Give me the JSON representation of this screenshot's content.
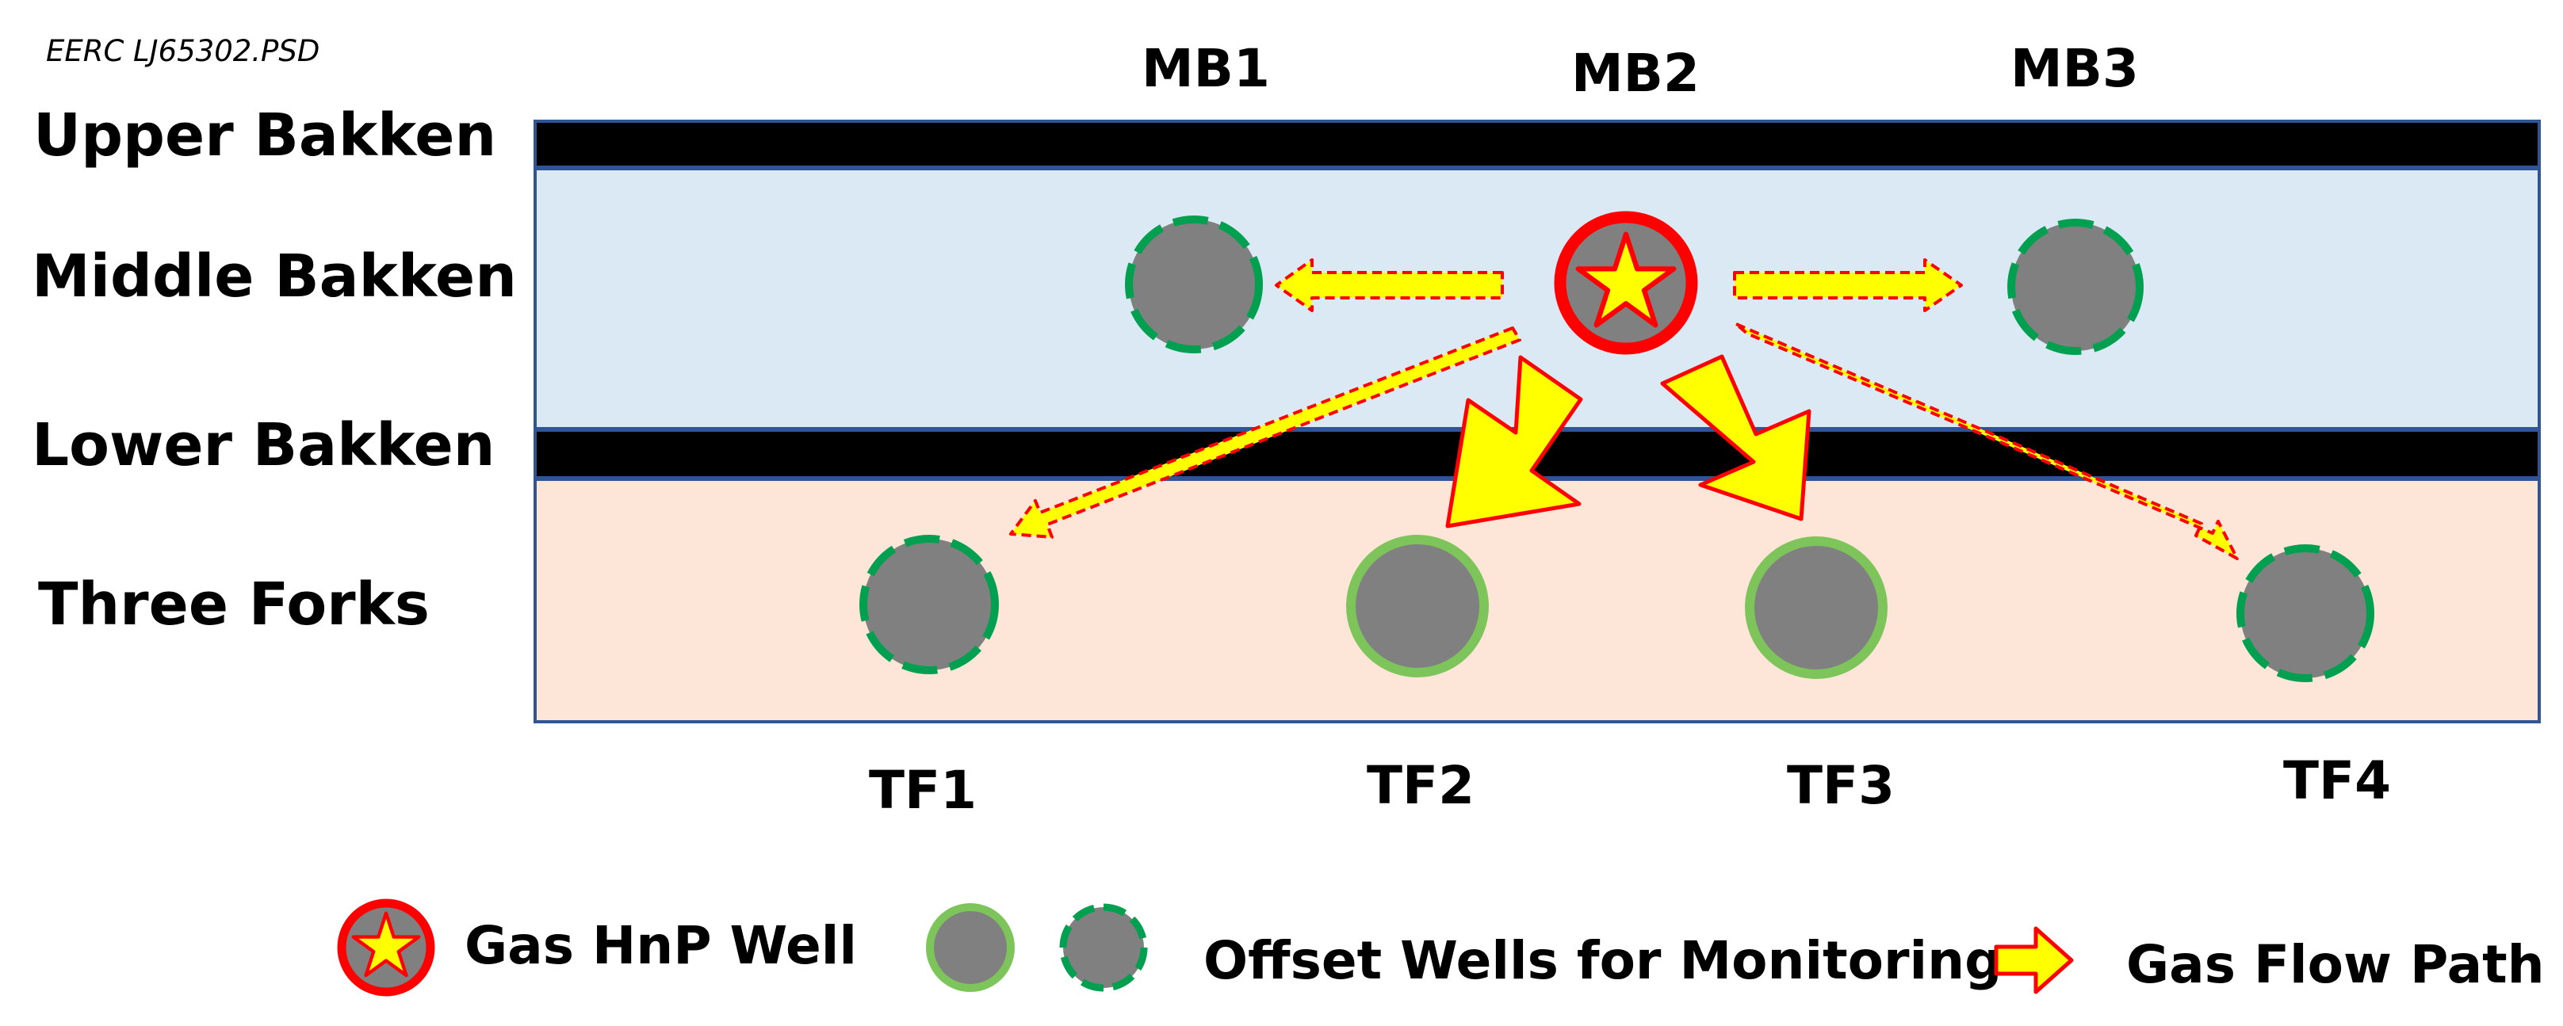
{
  "source_id": "EERC LJ65302.PSD",
  "layers": {
    "upper_bakken": "Upper Bakken",
    "middle_bakken": "Middle Bakken",
    "lower_bakken": "Lower Bakken",
    "three_forks": "Three Forks"
  },
  "wells": {
    "mb1": "MB1",
    "mb2": "MB2",
    "mb3": "MB3",
    "tf1": "TF1",
    "tf2": "TF2",
    "tf3": "TF3",
    "tf4": "TF4"
  },
  "legend": {
    "hnp_well": "Gas HnP Well",
    "offset_wells": "Offset Wells for Monitoring",
    "flow_path": "Gas Flow Path"
  },
  "colors": {
    "shale": "#000000",
    "middle_bakken_fill": "#dbe9f5",
    "three_forks_fill": "#fde5d7",
    "frame_stroke": "#2f5597",
    "well_gray": "#808080",
    "hnp_ring": "#ff0000",
    "star_yellow": "#ffff00",
    "offset_solid_ring": "#7dc55a",
    "offset_dashed_ring": "#00a050",
    "arrow_fill": "#ffff00",
    "arrow_outline": "#ff0000"
  }
}
